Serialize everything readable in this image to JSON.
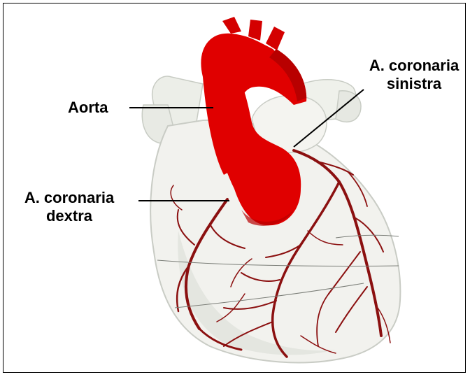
{
  "labels": {
    "aorta": "Aorta",
    "right_coronary_line1": "A. coronaria",
    "right_coronary_line2": "dextra",
    "left_coronary_line1": "A. coronaria",
    "left_coronary_line2": "sinistra"
  },
  "colors": {
    "aorta": "#e00000",
    "aorta_dark": "#b80000",
    "heart": "#f2f2ee",
    "heart_shadow": "#d9dcd6",
    "artery": "#8b1010",
    "leader": "#000000"
  }
}
